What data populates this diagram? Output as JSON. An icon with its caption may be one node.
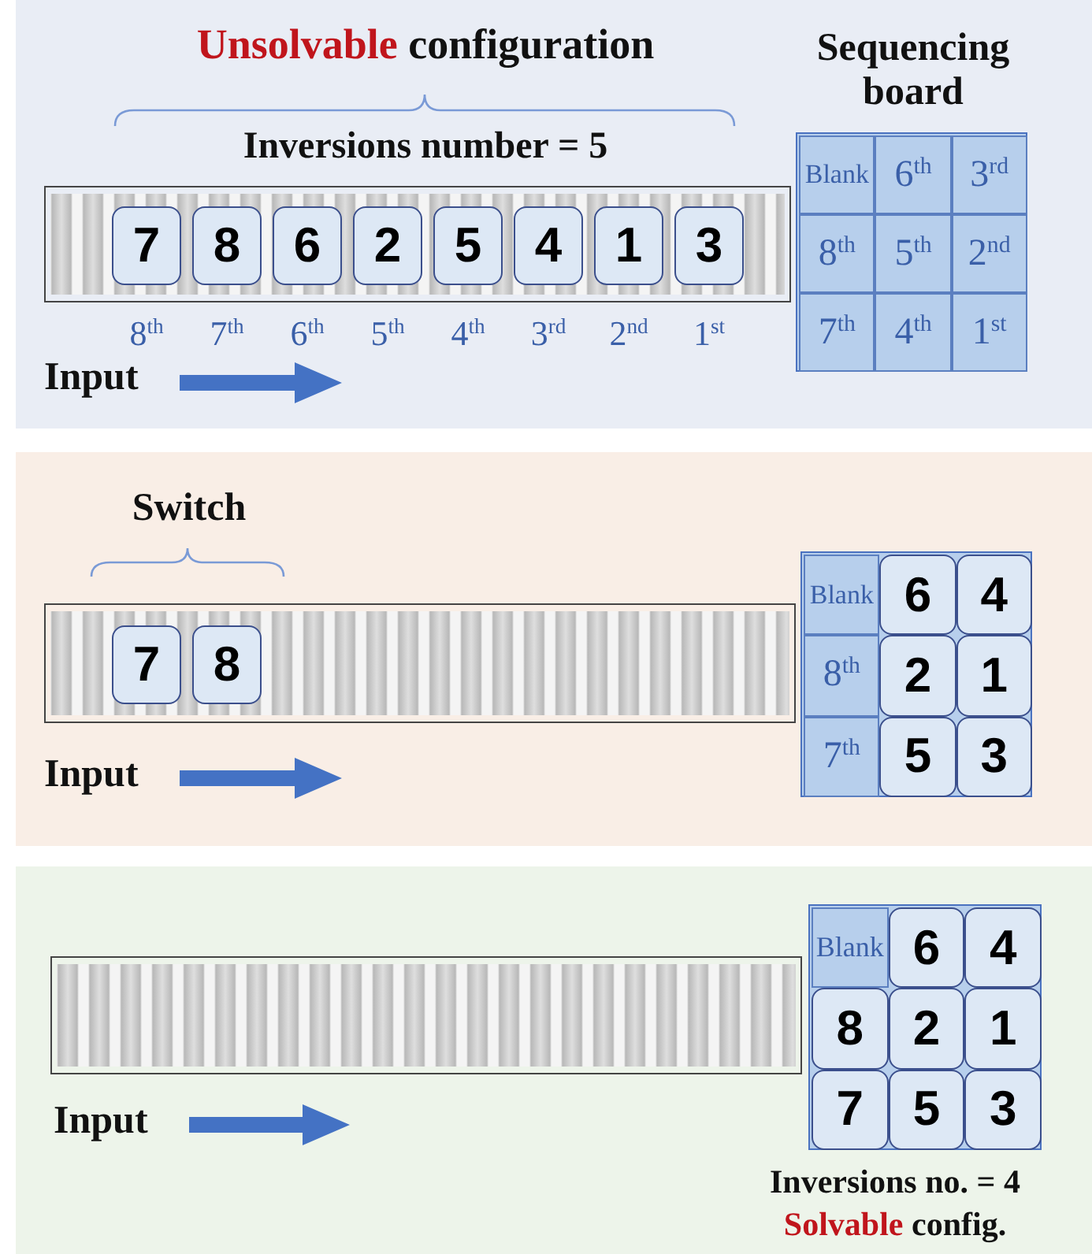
{
  "diagram": {
    "nodes": [
      {
        "text": [
          "Unsolvable configuration",
          "Inversions number = 5",
          "Input"
        ]
      },
      {
        "text": [],
        "shape": "box",
        "in": 0,
        "beside": [
          "8$^{th}$",
          "7$^{th}$",
          "6$^{th}$",
          "5$^{th}$",
          "4$^{th}$",
          "3$^{rd}$",
          "2$^{nd}$",
          "1$^{st}$"
        ]
      },
      {
        "text": [
          "7"
        ],
        "in": 1
      },
      {
        "text": [
          "8"
        ],
        "in": 1
      },
      {
        "text": [
          "6"
        ],
        "in": 1
      },
      {
        "text": [
          "2"
        ],
        "in": 1
      },
      {
        "text": [
          "5"
        ],
        "in": 1
      },
      {
        "text": [
          "4"
        ],
        "in": 1
      },
      {
        "text": [
          "1"
        ],
        "in": 1
      },
      {
        "text": [
          "3"
        ],
        "in": 1
      },
      {
        "text": [
          "Sequencing board"
        ],
        "in": 0
      },
      {
        "text": [
          "Blank"
        ],
        "in": 10
      },
      {
        "text": [
          "6$^{th}$"
        ],
        "in": 10
      },
      {
        "text": [
          "3$^{rd}$"
        ],
        "in": 10
      },
      {
        "text": [
          "8$^{th}$"
        ],
        "in": 10
      },
      {
        "text": [
          "5$^{th}$"
        ],
        "in": 10
      },
      {
        "text": [
          "2$^{nd}$"
        ],
        "in": 10
      },
      {
        "text": [
          "7$^{th}$"
        ],
        "in": 10
      },
      {
        "text": [
          "4$^{th}$"
        ],
        "in": 10
      },
      {
        "text": [
          "1$^{st}$"
        ],
        "in": 10
      },
      {
        "text": [
          "Switch",
          "Input"
        ]
      },
      {
        "text": [],
        "shape": "box",
        "in": 20
      },
      {
        "text": [
          "7"
        ],
        "in": 21
      },
      {
        "text": [
          "8"
        ],
        "in": 21
      },
      {
        "text": [],
        "shape": "box",
        "in": 20
      },
      {
        "text": [
          "Blank"
        ],
        "in": 24
      },
      {
        "text": [
          "6"
        ],
        "in": 24
      },
      {
        "text": [
          "4"
        ],
        "in": 24
      },
      {
        "text": [
          "8$^{th}$"
        ],
        "in": 24
      },
      {
        "text": [
          "2"
        ],
        "in": 24
      },
      {
        "text": [
          "1"
        ],
        "in": 24
      },
      {
        "text": [
          "7$^{th}$"
        ],
        "in": 24
      },
      {
        "text": [
          "5"
        ],
        "in": 24
      },
      {
        "text": [
          "3"
        ],
        "in": 24
      },
      {
        "text": [
          "Input"
        ]
      },
      {
        "text": [],
        "shape": "box",
        "in": 34
      },
      {
        "text": [],
        "shape": "box",
        "in": 34,
        "beside": [
          "Inversions no. = 4",
          "Solvable config."
        ]
      },
      {
        "text": [
          "Blank"
        ],
        "in": 36
      },
      {
        "text": [
          "6"
        ],
        "in": 36
      },
      {
        "text": [
          "4"
        ],
        "in": 36
      },
      {
        "text": [
          "8"
        ],
        "in": 36
      },
      {
        "text": [
          "2"
        ],
        "in": 36
      },
      {
        "text": [
          "1"
        ],
        "in": 36
      },
      {
        "text": [
          "7"
        ],
        "in": 36
      },
      {
        "text": [
          "5"
        ],
        "in": 36
      },
      {
        "text": [
          "3"
        ],
        "in": 36
      }
    ]
  }
}
